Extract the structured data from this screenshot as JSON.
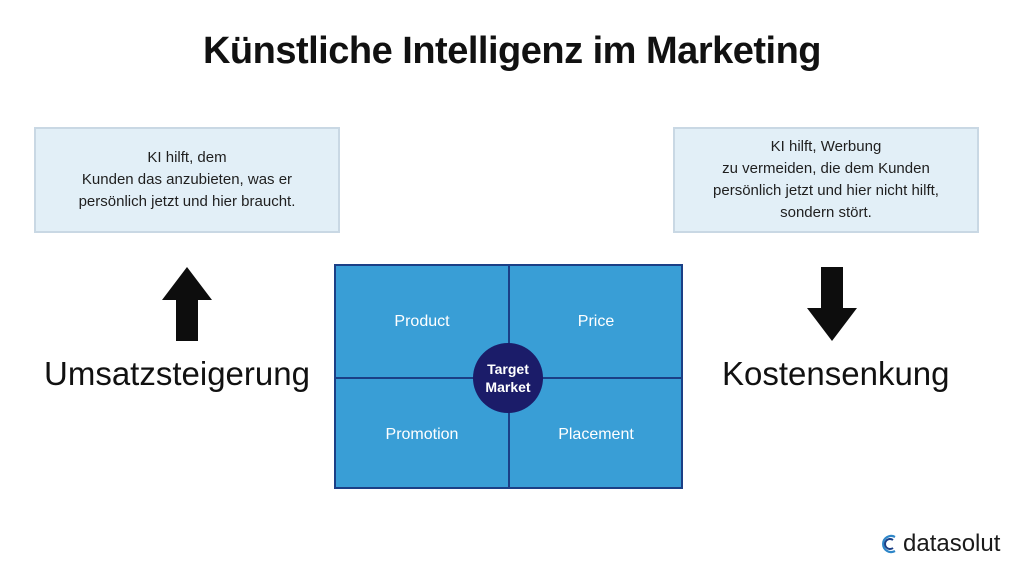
{
  "title": "Künstliche Intelligenz im Marketing",
  "left_box": {
    "lines": [
      "KI hilft, dem",
      "Kunden das anzubieten, was er",
      "persönlich jetzt und hier braucht."
    ]
  },
  "right_box": {
    "lines": [
      "KI hilft, Werbung",
      "zu vermeiden, die dem Kunden",
      "persönlich jetzt und hier nicht hilft,",
      "sondern stört."
    ]
  },
  "left_label": "Umsatzsteigerung",
  "right_label": "Kostensenkung",
  "icons": {
    "left_arrow": "arrow-up-icon",
    "right_arrow": "arrow-down-icon"
  },
  "matrix": {
    "top_left": "Product",
    "top_right": "Price",
    "bottom_left": "Promotion",
    "bottom_right": "Placement",
    "center": [
      "Target",
      "Market"
    ]
  },
  "colors": {
    "matrix_fill": "#399ed6",
    "matrix_border": "#1b3f86",
    "center_circle": "#1b1c69",
    "infobox_fill": "#e2eff7"
  },
  "logo": {
    "text": "datasolut"
  }
}
